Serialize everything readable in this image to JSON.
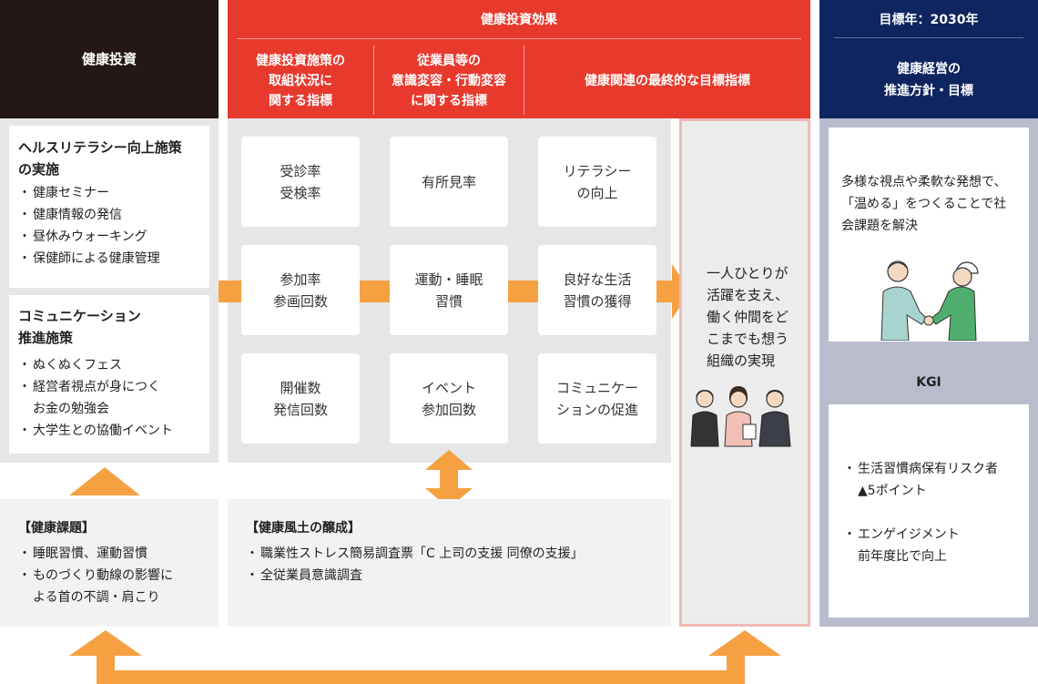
{
  "header_investment": "健康投資",
  "effects": {
    "title": "健康投資効果",
    "sub1": "健康投資施策の\n取組状況に\n関する指標",
    "sub2": "従業員等の\n意識変容・行動変容\nに関する指標",
    "sub3": "健康関連の最終的な目標指標"
  },
  "target": {
    "year": "目標年：2030年",
    "title": "健康経営の\n推進方針・目標",
    "policy": "多様な視点や柔軟な発想で、「温める」をつくることで社会課題を解決",
    "kgi_label": "KGI",
    "kgi_items": [
      "生活習慣病保有リスク者\n▲5ポイント",
      "エンゲイジメント\n前年度比で向上"
    ]
  },
  "left": {
    "block1_title": "ヘルスリテラシー向上施策\nの実施",
    "block1_items": [
      "健康セミナー",
      "健康情報の発信",
      "昼休みウォーキング",
      "保健師による健康管理"
    ],
    "block2_title": "コミュニケーション\n推進施策",
    "block2_items": [
      "ぬくぬくフェス",
      "経営者視点が身につく\nお金の勉強会",
      "大学生との協働イベント"
    ]
  },
  "grid": {
    "r1": [
      "受診率\n受検率",
      "有所見率",
      "リテラシー\nの向上"
    ],
    "r2": [
      "参加率\n参画回数",
      "運動・睡眠\n習慣",
      "良好な生活\n習慣の獲得"
    ],
    "r3": [
      "開催数\n発信回数",
      "イベント\n参加回数",
      "コミュニケー\nションの促進"
    ]
  },
  "final_goal": "一人ひとりが活躍を支え、働く仲間をどこまでも想う組織の実現",
  "issues": {
    "title": "【健康課題】",
    "items": [
      "睡眠習慣、運動習慣",
      "ものづくり動線の影響に\nよる首の不調・肩こり"
    ]
  },
  "culture": {
    "title": "【健康風土の醸成】",
    "items": [
      "職業性ストレス簡易調査票「C 上司の支援 同僚の支援」",
      "全従業員意識調査"
    ]
  },
  "colors": {
    "red": "#e8392d",
    "dark": "#231815",
    "navy": "#0f2560",
    "orange": "#f5a142",
    "pink_border": "#f0b8b5",
    "slate": "#b8bccd"
  }
}
